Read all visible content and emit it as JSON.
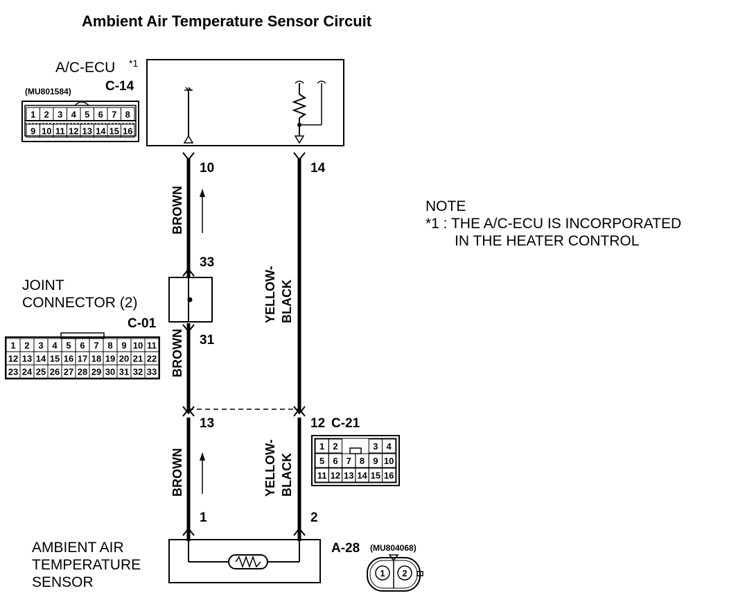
{
  "title": "Ambient Air Temperature Sensor Circuit",
  "ecu": {
    "name": "A/C-ECU",
    "superscript": "*1",
    "connector": "C-14",
    "part_no": "(MU801584)",
    "pins_row1": [
      "1",
      "2",
      "3",
      "4",
      "5",
      "6",
      "7",
      "8"
    ],
    "pins_row2": [
      "9",
      "10",
      "11",
      "12",
      "13",
      "14",
      "15",
      "16"
    ],
    "pin_left": "10",
    "pin_right": "14"
  },
  "joint": {
    "line1": "JOINT",
    "line2": "CONNECTOR (2)",
    "connector": "C-01",
    "pin_top": "33",
    "pin_bottom": "31",
    "rows": [
      [
        "1",
        "2",
        "3",
        "4",
        "5",
        "6",
        "7",
        "8",
        "9",
        "10",
        "11"
      ],
      [
        "12",
        "13",
        "14",
        "15",
        "16",
        "17",
        "18",
        "19",
        "20",
        "21",
        "22"
      ],
      [
        "23",
        "24",
        "25",
        "26",
        "27",
        "28",
        "29",
        "30",
        "31",
        "32",
        "33"
      ]
    ]
  },
  "c21": {
    "connector": "C-21",
    "pin_left": "13",
    "pin_right": "12",
    "row1": [
      "1",
      "2",
      "",
      "",
      "3",
      "4"
    ],
    "row2": [
      "5",
      "6",
      "7",
      "8",
      "9",
      "10"
    ],
    "row3": [
      "11",
      "12",
      "13",
      "14",
      "15",
      "16"
    ]
  },
  "sensor": {
    "line1": "AMBIENT AIR",
    "line2": "TEMPERATURE",
    "line3": "SENSOR",
    "connector": "A-28",
    "part_no": "(MU804068)",
    "pin_left": "1",
    "pin_right": "2",
    "plug_pins": [
      "1",
      "2"
    ]
  },
  "wires": {
    "brown": "BROWN",
    "yellow_line1": "YELLOW-",
    "yellow_line2": "BLACK"
  },
  "note": {
    "heading": "NOTE",
    "line1": "*1 : THE A/C-ECU IS INCORPORATED",
    "line2": "IN THE HEATER CONTROL"
  }
}
